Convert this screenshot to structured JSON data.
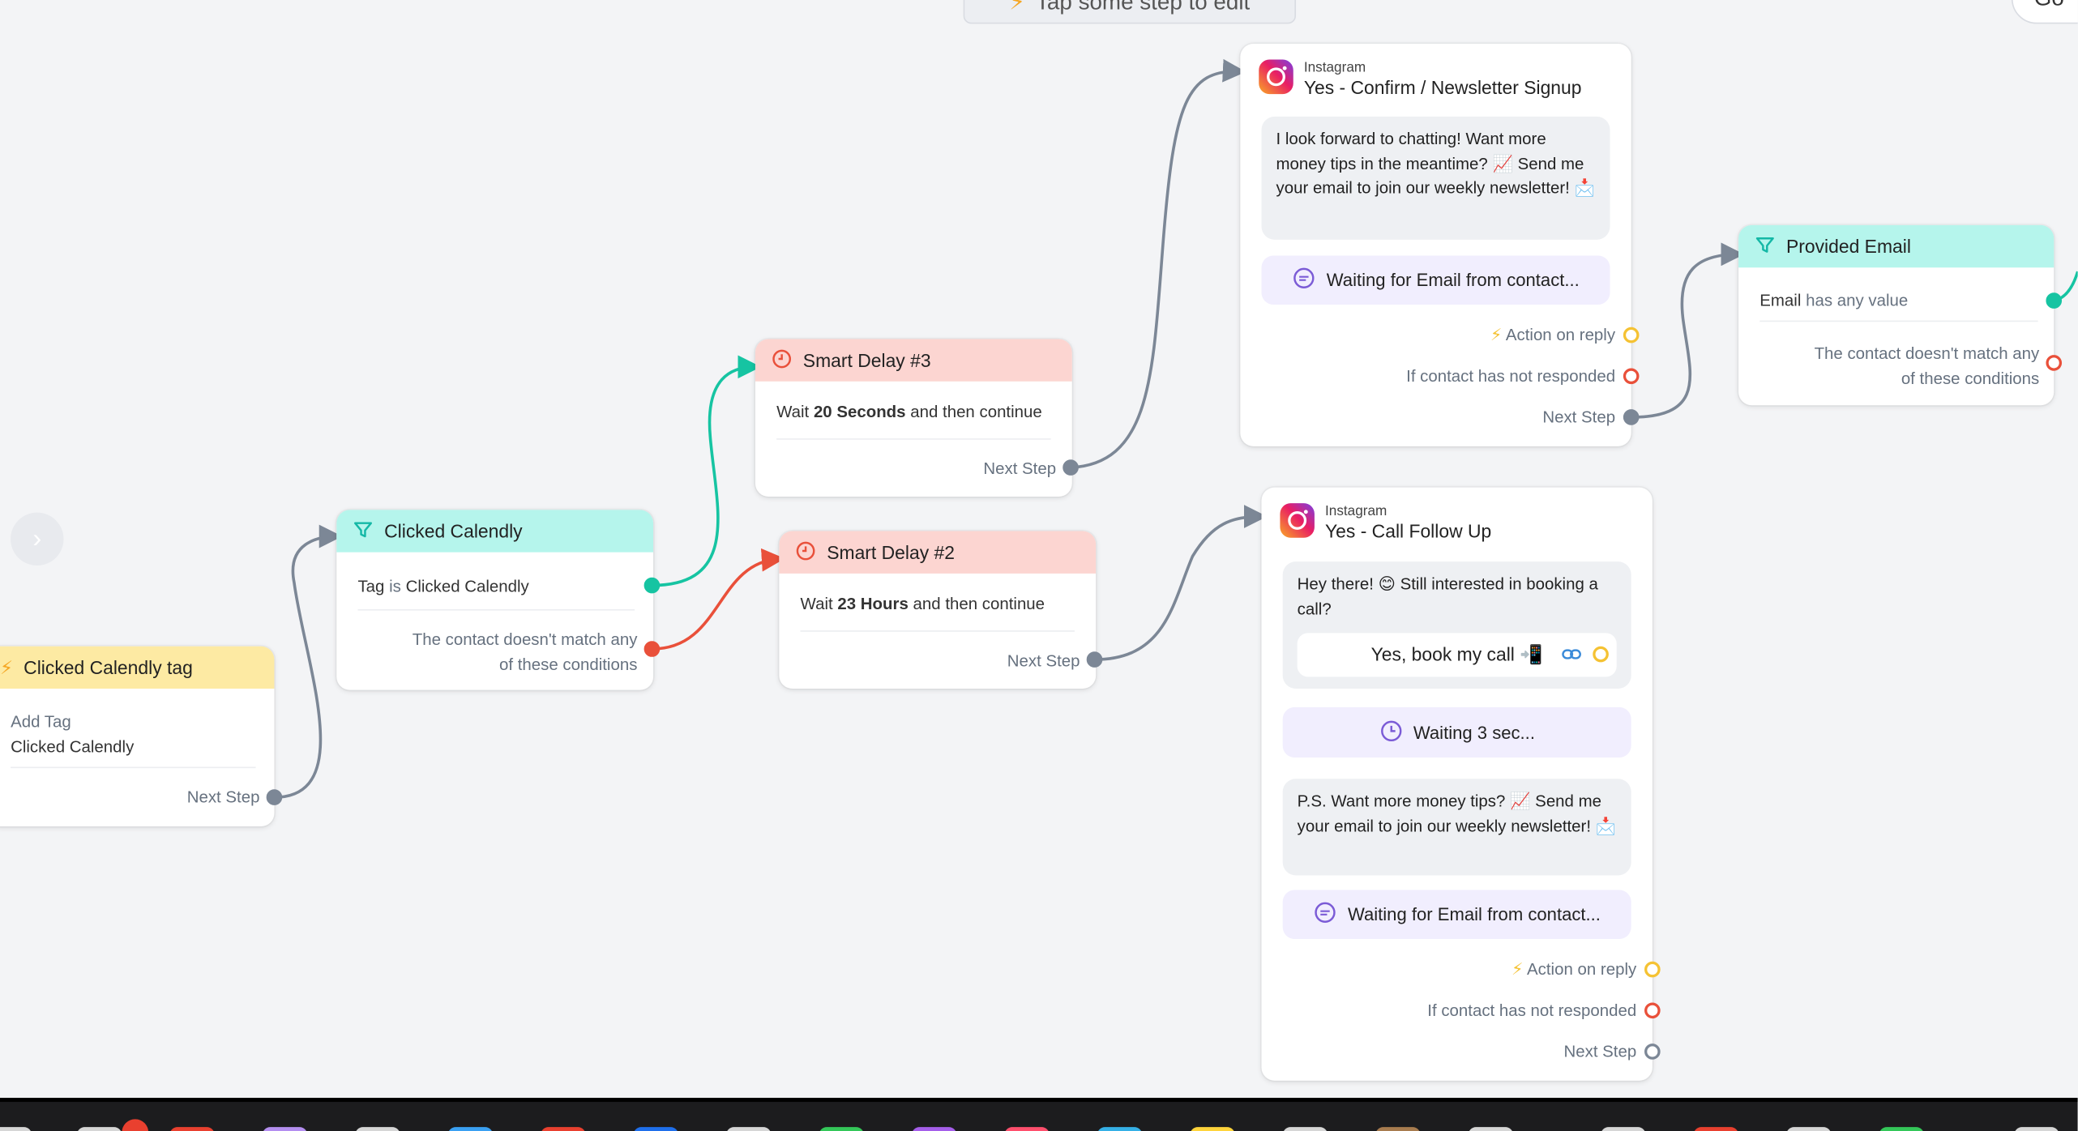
{
  "toolbar": {
    "hint": "Tap some step to edit",
    "go_label": "Go"
  },
  "colors": {
    "trigger": "#fdeaa3",
    "condition": "#b5f5ec",
    "delay": "#fcd5d1",
    "pill": "#f1eefe",
    "teal_wire": "#16c4a2",
    "red_wire": "#e9503a",
    "gray_wire": "#7c8796"
  },
  "trigger": {
    "title": "Clicked Calendly tag",
    "action": "Add Tag",
    "tag": "Clicked Calendly",
    "next": "Next Step"
  },
  "condition1": {
    "title": "Clicked Calendly",
    "field": "Tag",
    "op": "is",
    "value": "Clicked Calendly",
    "fallback_line1": "The contact doesn't match any",
    "fallback_line2": "of these conditions"
  },
  "delay3": {
    "title": "Smart Delay #3",
    "wait": "Wait",
    "amount": "20 Seconds",
    "rest": "and then continue",
    "next": "Next Step"
  },
  "delay2": {
    "title": "Smart Delay #2",
    "wait": "Wait",
    "amount": "23 Hours",
    "rest": "and then continue",
    "next": "Next Step"
  },
  "msg1": {
    "platform": "Instagram",
    "title": "Yes - Confirm / Newsletter Signup",
    "text": "I look forward to chatting! Want more money tips in the meantime? 📈 Send me your email to join our weekly newsletter! 📩",
    "waiting": "Waiting for Email from contact...",
    "action_reply": "Action on reply",
    "no_response": "If contact has not responded",
    "next": "Next Step"
  },
  "msg2": {
    "platform": "Instagram",
    "title": "Yes - Call Follow Up",
    "text": "Hey there! 😊 Still interested in booking a call?",
    "button": "Yes, book my call 📲",
    "delay": "Waiting 3 sec...",
    "text2": "P.S. Want more money tips? 📈 Send me your email to join our weekly newsletter! 📩",
    "waiting": "Waiting for Email from contact...",
    "action_reply": "Action on reply",
    "no_response": "If contact has not responded",
    "next": "Next Step"
  },
  "condition2": {
    "title": "Provided Email",
    "field": "Email",
    "op": "has any value",
    "fallback_line1": "The contact doesn't match any",
    "fallback_line2": "of these conditions"
  }
}
